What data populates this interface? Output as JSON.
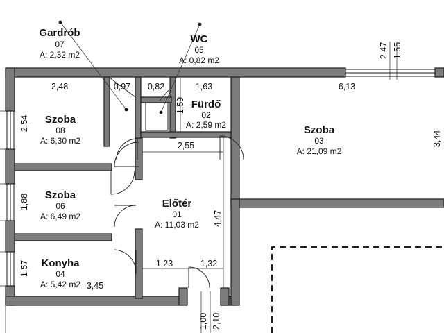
{
  "rooms": {
    "gardrob": {
      "name": "Gardrób",
      "number": "07",
      "area": "A: 2,32 m2"
    },
    "wc": {
      "name": "WC",
      "number": "05",
      "area": "A: 0,82 m2"
    },
    "furdo": {
      "name": "Fürdő",
      "number": "02",
      "area": "A: 2,59 m2"
    },
    "szoba_03": {
      "name": "Szoba",
      "number": "03",
      "area": "A: 21,09 m2"
    },
    "szoba_08": {
      "name": "Szoba",
      "number": "08",
      "area": "A: 6,30 m2"
    },
    "szoba_06": {
      "name": "Szoba",
      "number": "06",
      "area": "A: 6,49 m2"
    },
    "konyha": {
      "name": "Konyha",
      "number": "04",
      "area": "A: 5,42 m2"
    },
    "eloter": {
      "name": "Előtér",
      "number": "01",
      "area": "A: 11,03 m2"
    }
  },
  "dimensions": {
    "top_2_48": "2,48",
    "top_0_97": "0,97",
    "top_0_82": "0,82",
    "top_1_63": "1,63",
    "top_6_13": "6,13",
    "side_2_54": "2,54",
    "side_1_88": "1,88",
    "side_1_57": "1,57",
    "furdo_1_59": "1,59",
    "eloter_2_55": "2,55",
    "eloter_4_47": "4,47",
    "szoba03_3_44": "3,44",
    "window_2_47": "2,47",
    "window_1_55": "1,55",
    "eloter_1_23": "1,23",
    "eloter_1_32": "1,32",
    "konyha_3_45": "3,45",
    "door_1_00": "1,00",
    "door_2_10": "2,10"
  }
}
